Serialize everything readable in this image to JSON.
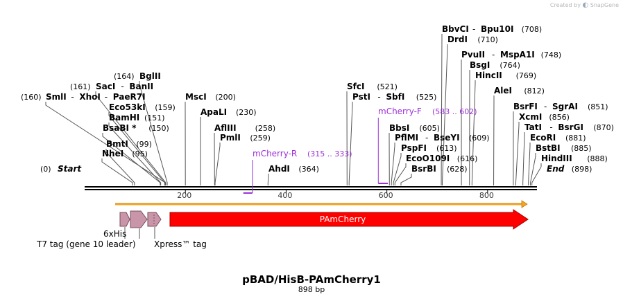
{
  "credit": {
    "prefix": "Created by",
    "brand": "SnapGene"
  },
  "title": "pBAD/HisB-PAmCherry1",
  "length_label": "898 bp",
  "map": {
    "bp_total": 898,
    "ticks": [
      200,
      400,
      600,
      800
    ],
    "colors": {
      "backbone": "#000000",
      "orf_track": "#f5a623",
      "pamcherry": "#ff0000",
      "tag": "#c896a8",
      "primer": "#9b30d9",
      "tick_text": "#333333"
    },
    "sites": [
      {
        "name": "Start",
        "pos": "(0)",
        "bp": 0,
        "italic": true
      },
      {
        "name": "NheI",
        "pos": "(95)",
        "bp": 95
      },
      {
        "name": "BmtI",
        "pos": "(99)",
        "bp": 99
      },
      {
        "name": "BsaBI *",
        "pos": "(150)",
        "bp": 150
      },
      {
        "name": "BamHI",
        "pos": "(151)",
        "bp": 151
      },
      {
        "name": "Eco53kI",
        "pos": "(159)",
        "bp": 159
      },
      {
        "name": "SmlI",
        "name2": "XhoI",
        "name3": "PaeR7I",
        "pos": "(160)",
        "bp": 160,
        "pos_left": true
      },
      {
        "name": "SacI",
        "name2": "BanII",
        "pos": "(161)",
        "bp": 161,
        "pos_left": true
      },
      {
        "name": "BglII",
        "pos": "(164)",
        "bp": 164,
        "pos_left": true
      },
      {
        "name": "MscI",
        "pos": "(200)",
        "bp": 200
      },
      {
        "name": "ApaLI",
        "pos": "(230)",
        "bp": 230
      },
      {
        "name": "AflIII",
        "pos": "(258)",
        "bp": 258
      },
      {
        "name": "PmlI",
        "pos": "(259)",
        "bp": 259
      },
      {
        "name": "AhdI",
        "pos": "(364)",
        "bp": 364
      },
      {
        "name": "SfcI",
        "pos": "(521)",
        "bp": 521
      },
      {
        "name": "PstI",
        "name2": "SbfI",
        "pos": "(525)",
        "bp": 525
      },
      {
        "name": "BbsI",
        "pos": "(605)",
        "bp": 605
      },
      {
        "name": "PflMI",
        "name2": "BseYI",
        "pos": "(609)",
        "bp": 609
      },
      {
        "name": "PspFI",
        "pos": "(613)",
        "bp": 613
      },
      {
        "name": "EcoO109I",
        "pos": "(616)",
        "bp": 616
      },
      {
        "name": "BsrBI",
        "pos": "(628)",
        "bp": 628
      },
      {
        "name": "BbvCI",
        "name2": "Bpu10I",
        "pos": "(708)",
        "bp": 708
      },
      {
        "name": "DrdI",
        "pos": "(710)",
        "bp": 710
      },
      {
        "name": "PvuII",
        "name2": "MspA1I",
        "pos": "(748)",
        "bp": 748
      },
      {
        "name": "BsgI",
        "pos": "(764)",
        "bp": 764
      },
      {
        "name": "HincII",
        "pos": "(769)",
        "bp": 769
      },
      {
        "name": "AleI",
        "pos": "(812)",
        "bp": 812
      },
      {
        "name": "BsrFI",
        "name2": "SgrAI",
        "pos": "(851)",
        "bp": 851
      },
      {
        "name": "XcmI",
        "pos": "(856)",
        "bp": 856
      },
      {
        "name": "TatI",
        "name2": "BsrGI",
        "pos": "(870)",
        "bp": 870
      },
      {
        "name": "EcoRI",
        "pos": "(881)",
        "bp": 881
      },
      {
        "name": "BstBI",
        "pos": "(885)",
        "bp": 885
      },
      {
        "name": "HindIII",
        "pos": "(888)",
        "bp": 888
      },
      {
        "name": "End",
        "pos": "(898)",
        "bp": 898,
        "italic": true
      }
    ],
    "primers": [
      {
        "name": "mCherry-R",
        "range": "(315 .. 333)",
        "start": 315,
        "end": 333,
        "strand": "bottom"
      },
      {
        "name": "mCherry-F",
        "range": "(583 .. 602)",
        "start": 583,
        "end": 602,
        "strand": "top"
      }
    ],
    "features": [
      {
        "name": "T7 tag (gene 10 leader)",
        "type": "tag"
      },
      {
        "name": "6xHis",
        "type": "tag"
      },
      {
        "name": "Xpress™ tag",
        "type": "tag"
      },
      {
        "name": "PAmCherry",
        "type": "cds"
      }
    ]
  }
}
